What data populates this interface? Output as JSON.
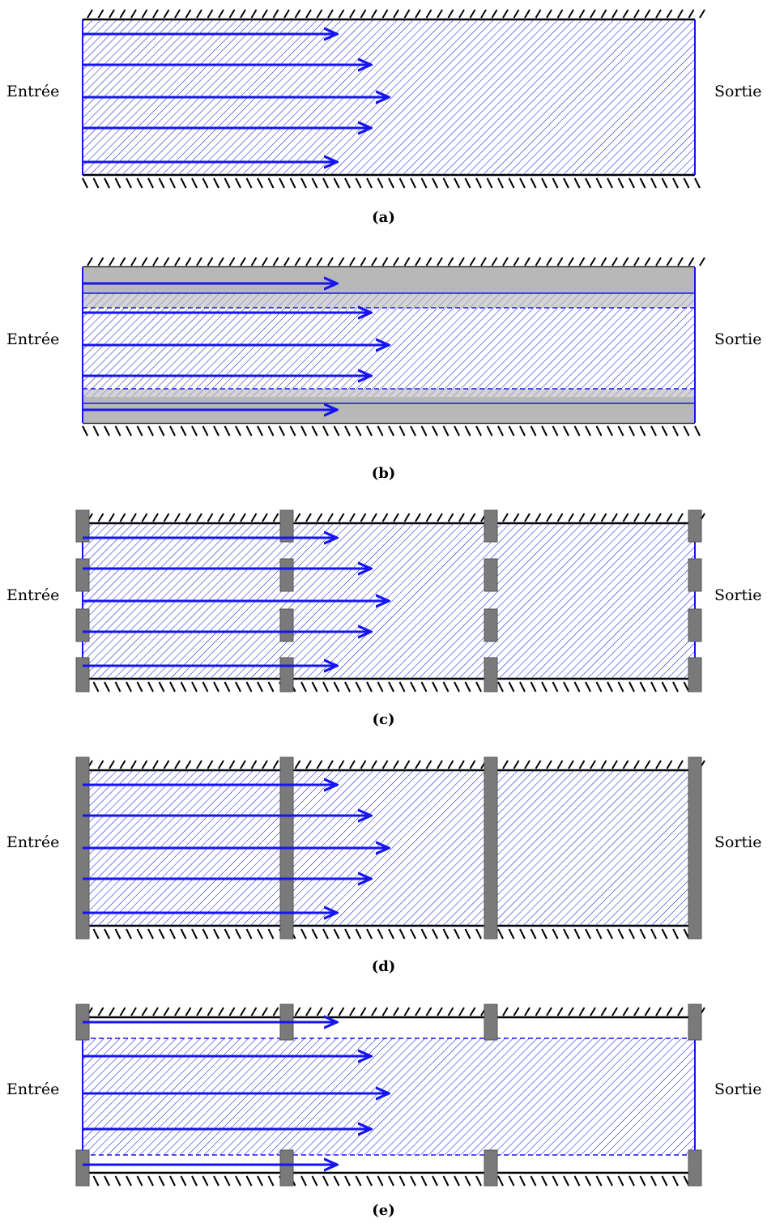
{
  "colors": {
    "flow": "#1515f0",
    "hatch": "#1c1cdd",
    "obstacle": "#7a7a7a",
    "wall": "#000000",
    "gray_fill": "#b8b8b8"
  },
  "panels": [
    {
      "id": "a",
      "inlet_label": "Entrée",
      "outlet_label": "Sortie",
      "caption": "(a)",
      "variant": "plain"
    },
    {
      "id": "b",
      "inlet_label": "Entrée",
      "outlet_label": "Sortie",
      "caption": "(b)",
      "variant": "gray-layers"
    },
    {
      "id": "c",
      "inlet_label": "Entrée",
      "outlet_label": "Sortie",
      "caption": "(c)",
      "variant": "segmented-posts"
    },
    {
      "id": "d",
      "inlet_label": "Entrée",
      "outlet_label": "Sortie",
      "caption": "(d)",
      "variant": "full-posts"
    },
    {
      "id": "e",
      "inlet_label": "Entrée",
      "outlet_label": "Sortie",
      "caption": "(e)",
      "variant": "edge-posts-layers"
    }
  ]
}
